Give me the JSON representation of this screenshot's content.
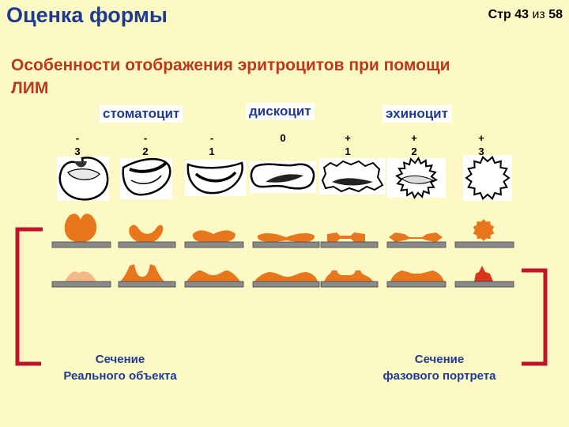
{
  "header": {
    "title": "Оценка формы",
    "page_label": "Стр",
    "page_current": "43",
    "page_of": "из",
    "page_total": "58"
  },
  "subtitle": "Особенности отображения эритроцитов при помощи ЛИМ",
  "categories": {
    "stomatocyte": "стоматоцит",
    "discocyte": "дискоцит",
    "echinocyte": "эхиноцит"
  },
  "stages": [
    {
      "sign": "-",
      "num": "3"
    },
    {
      "sign": "-",
      "num": "2"
    },
    {
      "sign": "-",
      "num": "1"
    },
    {
      "sign": "",
      "num": "0"
    },
    {
      "sign": "+",
      "num": "1"
    },
    {
      "sign": "+",
      "num": "2"
    },
    {
      "sign": "+",
      "num": "3"
    }
  ],
  "captions": {
    "real_line1": "Сечение",
    "real_line2": "Реального объекта",
    "phase_line1": "Сечение",
    "phase_line2": "фазового портрета"
  },
  "colors": {
    "title": "#1f3a93",
    "subtitle": "#b83a1a",
    "shape_fill": "#e8761c",
    "light_fill": "#f5b888",
    "red_fill": "#d9341c",
    "bracket": "#c0142b",
    "bar": "#8a8a8a"
  }
}
